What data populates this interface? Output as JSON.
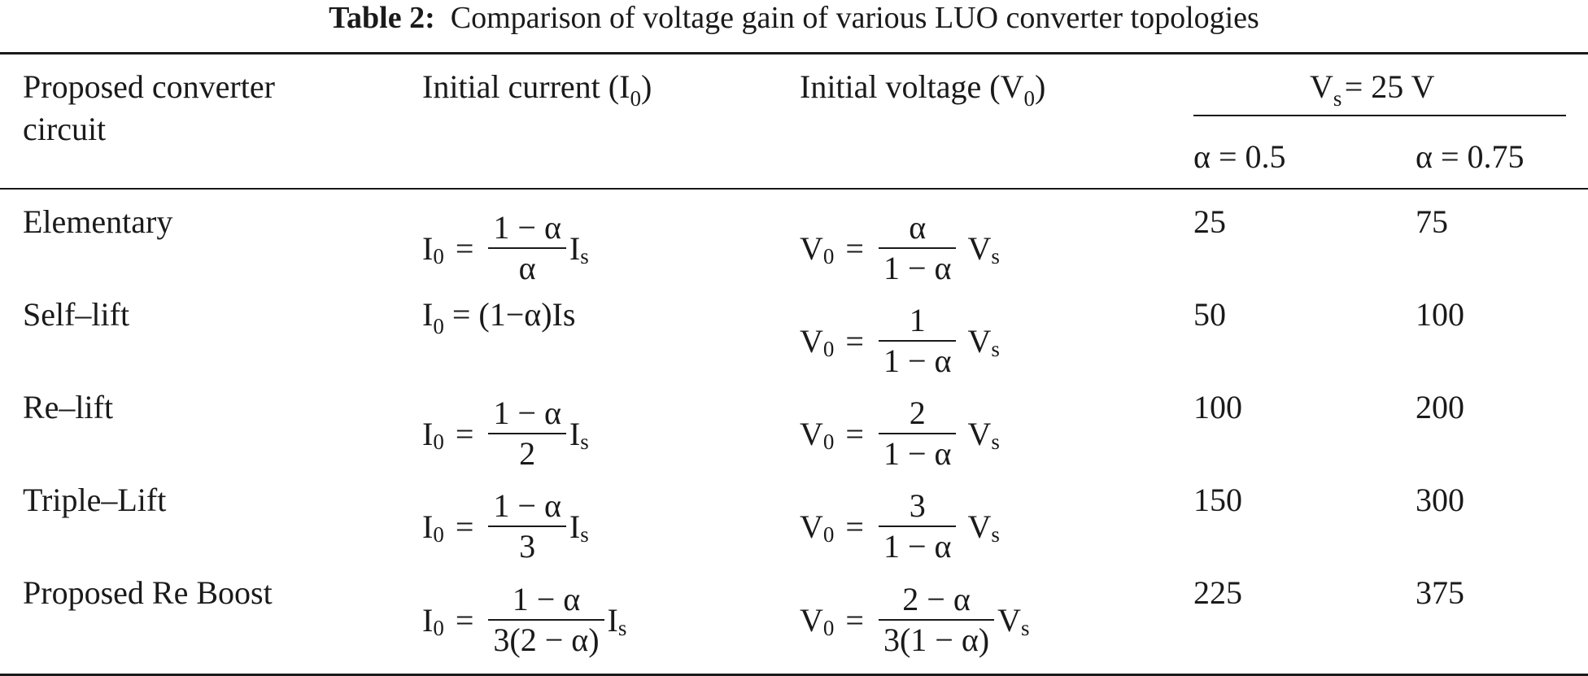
{
  "caption": {
    "label": "Table 2:",
    "text": "Comparison of voltage gain of various LUO converter topologies"
  },
  "header": {
    "col1_line1": "Proposed converter",
    "col1_line2": "circuit",
    "col2_text": "Initial current (I",
    "col2_sub": "0",
    "col2_close": ")",
    "col3_text": "Initial voltage (V",
    "col3_sub": "0",
    "col3_close": ")",
    "vs_symbol": "V",
    "vs_sub": "s",
    "vs_value": "= 25 V",
    "alpha1": "α = 0.5",
    "alpha2": "α = 0.75"
  },
  "rows": [
    {
      "name": "Elementary",
      "current": {
        "lhs": "I",
        "lhs_sub": "0",
        "num": "1 −  α",
        "den": "α",
        "rhs": "I",
        "rhs_sub": "s"
      },
      "voltage": {
        "lhs": "V",
        "lhs_sub": "0",
        "num": "α",
        "den": "1 − α",
        "rhs": "V",
        "rhs_sub": "s"
      },
      "v1": "25",
      "v2": "75"
    },
    {
      "name": "Self–lift",
      "current_text": "= (1−α)Is",
      "current_lhs": "I",
      "current_lhs_sub": "0",
      "voltage": {
        "lhs": "V",
        "lhs_sub": "0",
        "num": "1",
        "den": "1 − α",
        "rhs": "V",
        "rhs_sub": "s"
      },
      "v1": "50",
      "v2": "100"
    },
    {
      "name": "Re–lift",
      "current": {
        "lhs": "I",
        "lhs_sub": "0",
        "num": "1 −  α",
        "den": "2",
        "rhs": "I",
        "rhs_sub": "s"
      },
      "voltage": {
        "lhs": "V",
        "lhs_sub": "0",
        "num": "2",
        "den": "1 − α",
        "rhs": "V",
        "rhs_sub": "s"
      },
      "v1": "100",
      "v2": "200"
    },
    {
      "name": "Triple–Lift",
      "current": {
        "lhs": "I",
        "lhs_sub": "0",
        "num": "1 −  α",
        "den": "3",
        "rhs": "I",
        "rhs_sub": "s"
      },
      "voltage": {
        "lhs": "V",
        "lhs_sub": "0",
        "num": "3",
        "den": "1 − α",
        "rhs": "V",
        "rhs_sub": "s"
      },
      "v1": "150",
      "v2": "300"
    },
    {
      "name": "Proposed Re Boost",
      "current": {
        "lhs": "I",
        "lhs_sub": "0",
        "num": "1 −  α",
        "den": "3(2 − α)",
        "rhs": "I",
        "rhs_sub": "s"
      },
      "voltage": {
        "lhs": "V",
        "lhs_sub": "0",
        "num": "2 −  α",
        "den": "3(1 − α)",
        "rhs": "V",
        "rhs_sub": "s"
      },
      "v1": "225",
      "v2": "375"
    }
  ]
}
